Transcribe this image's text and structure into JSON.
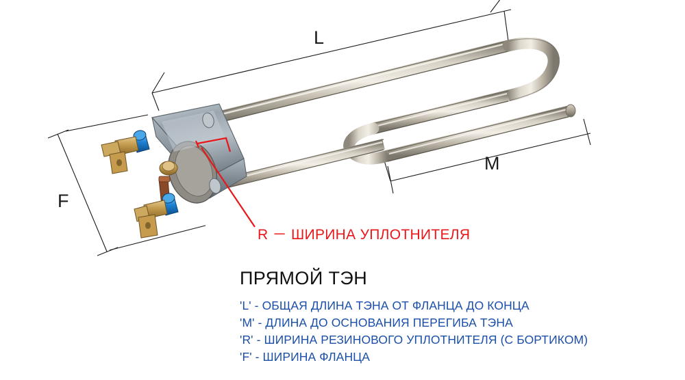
{
  "diagram": {
    "title": "ПРЯМОЙ ТЭН",
    "subject": "straight-tubular-heating-element-with-flange",
    "dimension_labels": [
      {
        "key": "L",
        "text": "L"
      },
      {
        "key": "M",
        "text": "M"
      },
      {
        "key": "F",
        "text": "F"
      },
      {
        "key": "R",
        "text": "R"
      }
    ],
    "callout": {
      "text": "R － ШИРИНА УПЛОТНИТЕЛЯ",
      "color": "#e8171a"
    },
    "legend": [
      "'L' - ОБЩАЯ   ДЛИНА  ТЭНА ОТ ФЛАНЦА ДО КОНЦА",
      "'M' -    ДЛИНА ДО ОСНОВАНИЯ ПЕРЕГИБА ТЭНА",
      "'R' - ШИРИНА РЕЗИНОВОГО УПЛОТНИТЕЛЯ (С БОРТИКОМ)",
      "'F' - ШИРИНА ФЛАНЦА"
    ],
    "colors": {
      "legend_text": "#1b4fa8",
      "title_text": "#111111",
      "dimension_line": "#1a1a1a",
      "callout": "#e8171a",
      "tube_metal": "#b9b4a8",
      "flange_metal": "#8f9aa3",
      "terminal_blue": "#1f7fd0",
      "terminal_brass": "#c89a4e"
    }
  }
}
